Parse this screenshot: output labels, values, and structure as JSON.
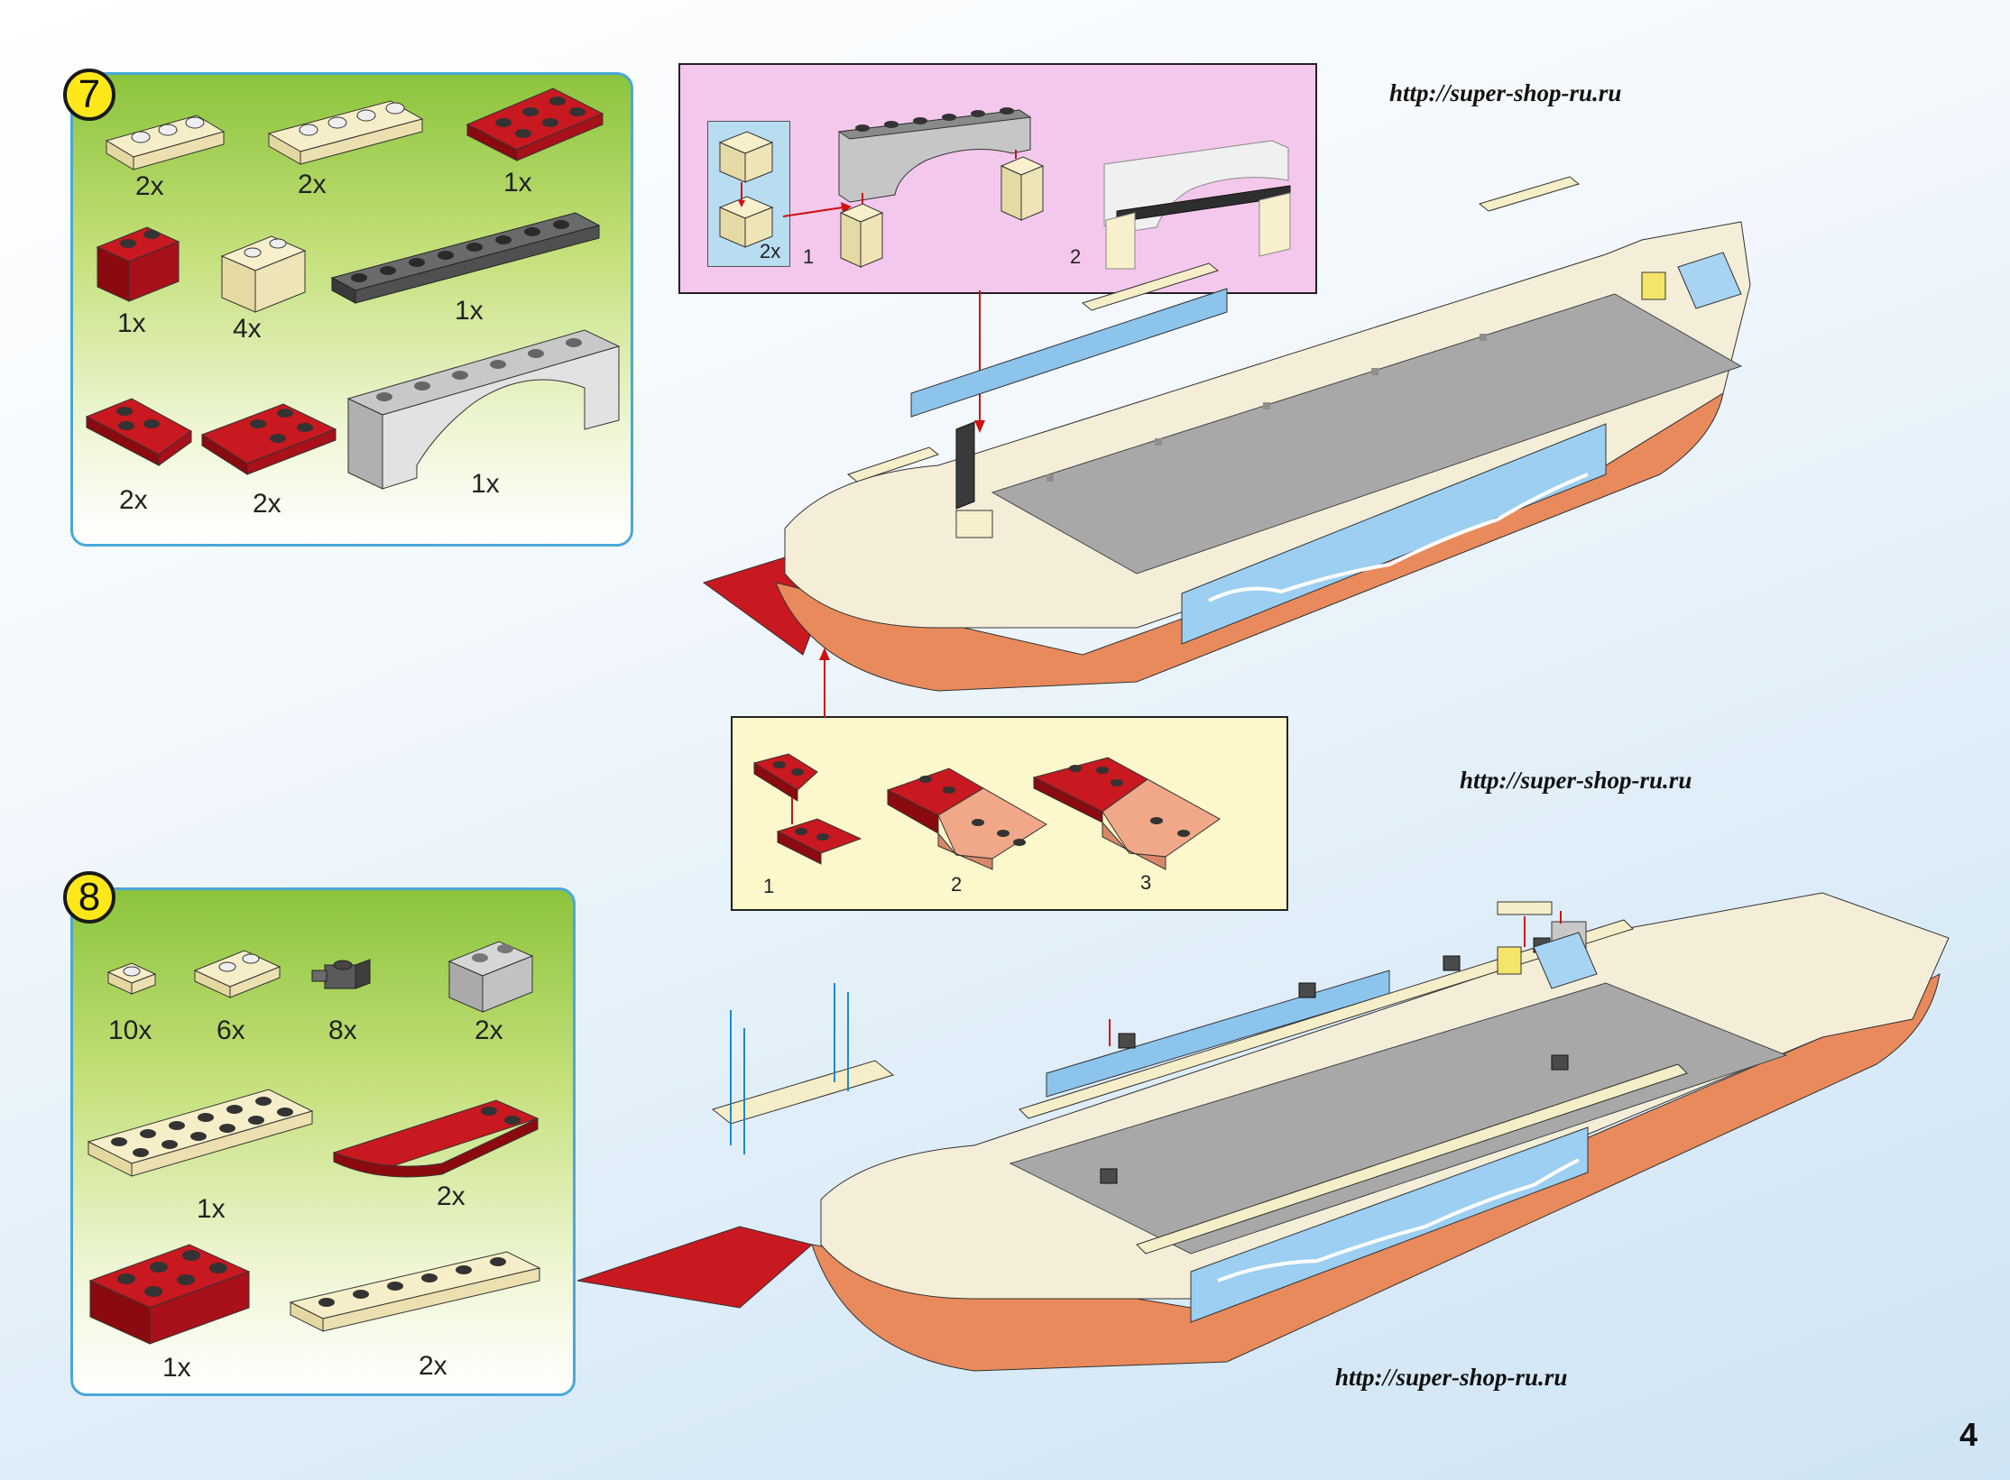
{
  "page_number": "4",
  "watermarks": [
    "http://super-shop-ru.ru",
    "http://super-shop-ru.ru",
    "http://super-shop-ru.ru"
  ],
  "step7": {
    "badge": "7",
    "parts": [
      {
        "qty": "2x",
        "icon": "tan-plate-1x3"
      },
      {
        "qty": "2x",
        "icon": "tan-plate-1x4"
      },
      {
        "qty": "1x",
        "icon": "red-plate-2x3"
      },
      {
        "qty": "1x",
        "icon": "red-brick-1x2"
      },
      {
        "qty": "4x",
        "icon": "tan-brick-1x2"
      },
      {
        "qty": "1x",
        "icon": "dark-gray-plate-1x8"
      },
      {
        "qty": "2x",
        "icon": "red-wedge-plate-left"
      },
      {
        "qty": "2x",
        "icon": "red-wedge-plate-right"
      },
      {
        "qty": "1x",
        "icon": "light-gray-arch-1x6"
      }
    ],
    "inset": {
      "badge": "2x",
      "sub_steps": [
        "1",
        "2"
      ]
    }
  },
  "step8": {
    "badge": "8",
    "parts": [
      {
        "qty": "10x",
        "icon": "tan-plate-1x1"
      },
      {
        "qty": "6x",
        "icon": "tan-tile-1x2"
      },
      {
        "qty": "8x",
        "icon": "dark-gray-clip"
      },
      {
        "qty": "2x",
        "icon": "light-gray-brick-1x2"
      },
      {
        "qty": "1x",
        "icon": "tan-plate-2x6"
      },
      {
        "qty": "2x",
        "icon": "red-curved-slope"
      },
      {
        "qty": "1x",
        "icon": "red-brick-2x3"
      },
      {
        "qty": "2x",
        "icon": "tan-tile-1x6"
      }
    ]
  },
  "bow_inset": {
    "sub_steps": [
      "1",
      "2",
      "3"
    ]
  },
  "colors": {
    "accent_border": "#4aa8d8",
    "badge": "#ffe81a",
    "brick_red": "#b8101a",
    "brick_tan": "#f4ecc4",
    "hull": "#e88a5c",
    "deck": "#a8a8a8"
  }
}
